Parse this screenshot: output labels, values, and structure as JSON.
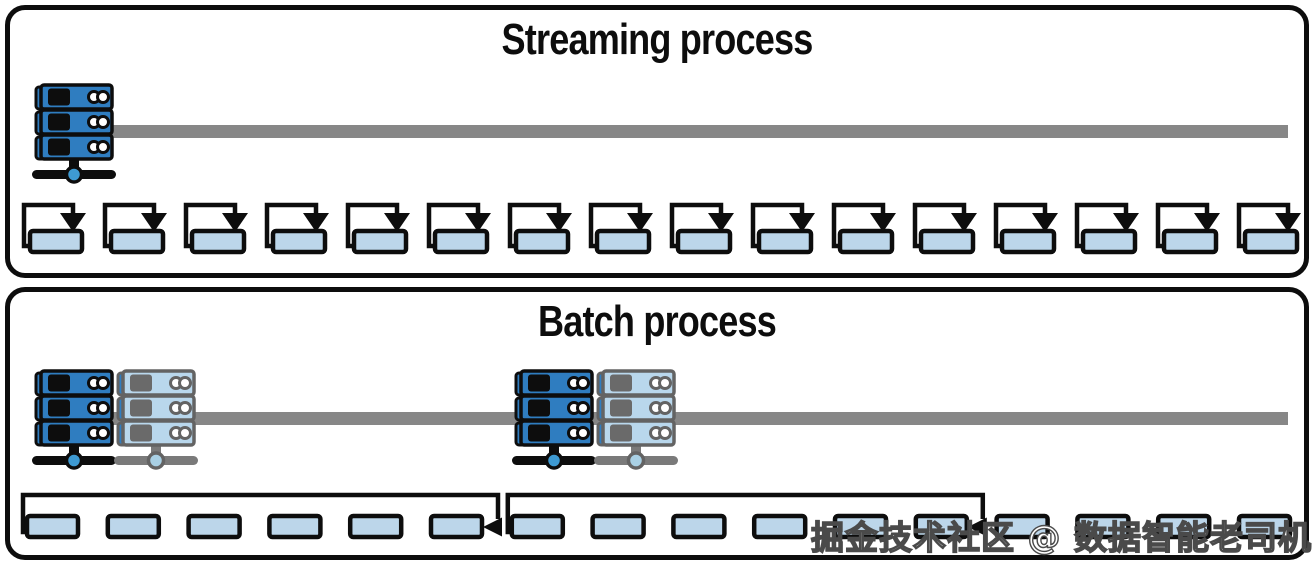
{
  "panels": {
    "streaming": {
      "title": "Streaming process",
      "server_count": 1,
      "record_count": 16
    },
    "batch": {
      "title": "Batch process",
      "server_pairs": 2,
      "window_groups": [
        6,
        6
      ],
      "trailing_record_count": 4
    }
  },
  "watermark": {
    "text": "掘金技术社区 @ 数据智能老司机"
  },
  "colors": {
    "outline": "#0d0d0d",
    "server_blue": "#2F7DC0",
    "record_blue": "#BCD6EA",
    "line_gray": "#878787",
    "node_blue": "#3E9AD2",
    "faded_fill": "#B9D7EC",
    "faded_stroke": "#636363",
    "faded_dark": "#6A6A6A",
    "faded_stand": "#7A7A7A",
    "faded_node": "#A9D0E4"
  }
}
